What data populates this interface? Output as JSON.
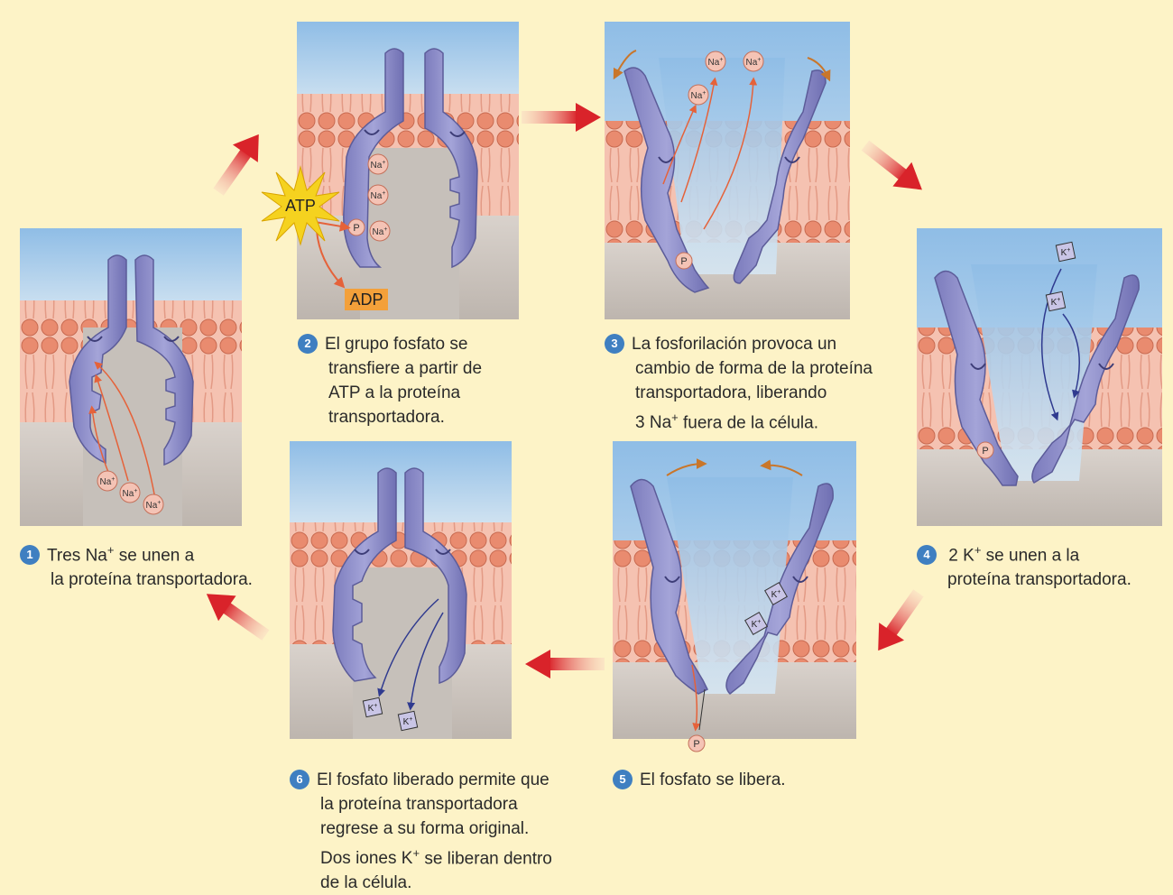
{
  "colors": {
    "background": "#fdf3c7",
    "water": "#9ec6e8",
    "cytoplasm": "#c9c2bc",
    "membrane": "#f2b3a0",
    "lipid_head": "#e98b6f",
    "protein": "#8f8fc9",
    "arrow_red": "#d9232a",
    "na_arrow": "#e5623a",
    "k_arrow": "#2f3a8f",
    "atp": "#f5d21f",
    "adp": "#f3a03a",
    "step_badge": "#3f7fc1"
  },
  "icons": [
    "na-ion-icon",
    "k-ion-icon",
    "phosphate-icon",
    "atp-burst-icon",
    "adp-box-icon",
    "cycle-arrow-icon"
  ],
  "labels": {
    "atp": "ATP",
    "adp": "ADP",
    "na": "Na",
    "k": "K",
    "plus": "+",
    "p": "P"
  },
  "steps": [
    {
      "num": "1",
      "line1_pre": "Tres Na",
      "line1_sup": "+",
      "line1_post": " se unen a",
      "line2": "la proteína transportadora."
    },
    {
      "num": "2",
      "line1": "El grupo fosfato se",
      "line2": "transfiere a partir de",
      "line3": "ATP a la proteína",
      "line4": "transportadora."
    },
    {
      "num": "3",
      "line1": "La fosforilación provoca un",
      "line2": "cambio de forma de la proteína",
      "line3": "transportadora, liberando",
      "line4_pre": "3 Na",
      "line4_sup": "+",
      "line4_post": " fuera de la célula."
    },
    {
      "num": "4",
      "line1_pre": " 2 K",
      "line1_sup": "+",
      "line1_post": " se unen a la",
      "line2": "proteína transportadora."
    },
    {
      "num": "5",
      "line1": "El fosfato se libera."
    },
    {
      "num": "6",
      "line1": "El fosfato liberado permite que",
      "line2": "la proteína transportadora",
      "line3": "regrese a su forma original.",
      "line4_pre": "Dos iones K",
      "line4_sup": "+",
      "line4_post": " se liberan dentro",
      "line5": "de la célula."
    }
  ]
}
